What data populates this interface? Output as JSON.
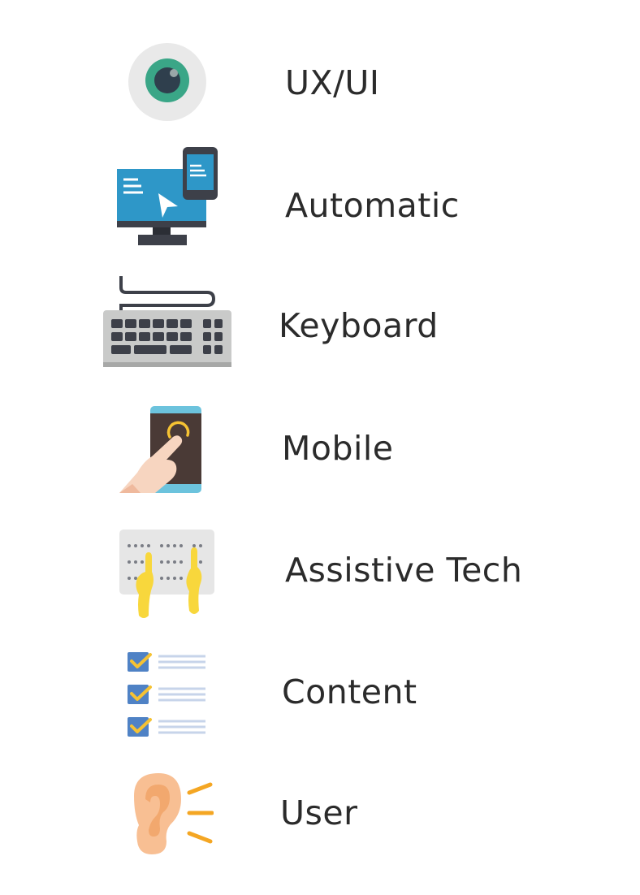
{
  "items": [
    {
      "label": "UX/UI",
      "icon": "eye-icon"
    },
    {
      "label": "Automatic",
      "icon": "computer-phone-icon"
    },
    {
      "label": "Keyboard",
      "icon": "keyboard-icon"
    },
    {
      "label": "Mobile",
      "icon": "touch-phone-icon"
    },
    {
      "label": "Assistive Tech",
      "icon": "braille-reader-icon"
    },
    {
      "label": "Content",
      "icon": "checklist-icon"
    },
    {
      "label": "User",
      "icon": "ear-icon"
    }
  ],
  "colors": {
    "text": "#2b2b2b",
    "eye_iris": "#3aa687",
    "monitor_blue": "#2e97c8",
    "device_dark": "#3d4049",
    "keyboard_gray": "#c9cac9",
    "phone_screen": "#4a3a36",
    "hand_yellow": "#f8d73c",
    "check_blue": "#4f82c5",
    "check_yellow": "#f5c233",
    "ear_peach": "#f8bf93",
    "sound_orange": "#f4a623"
  }
}
